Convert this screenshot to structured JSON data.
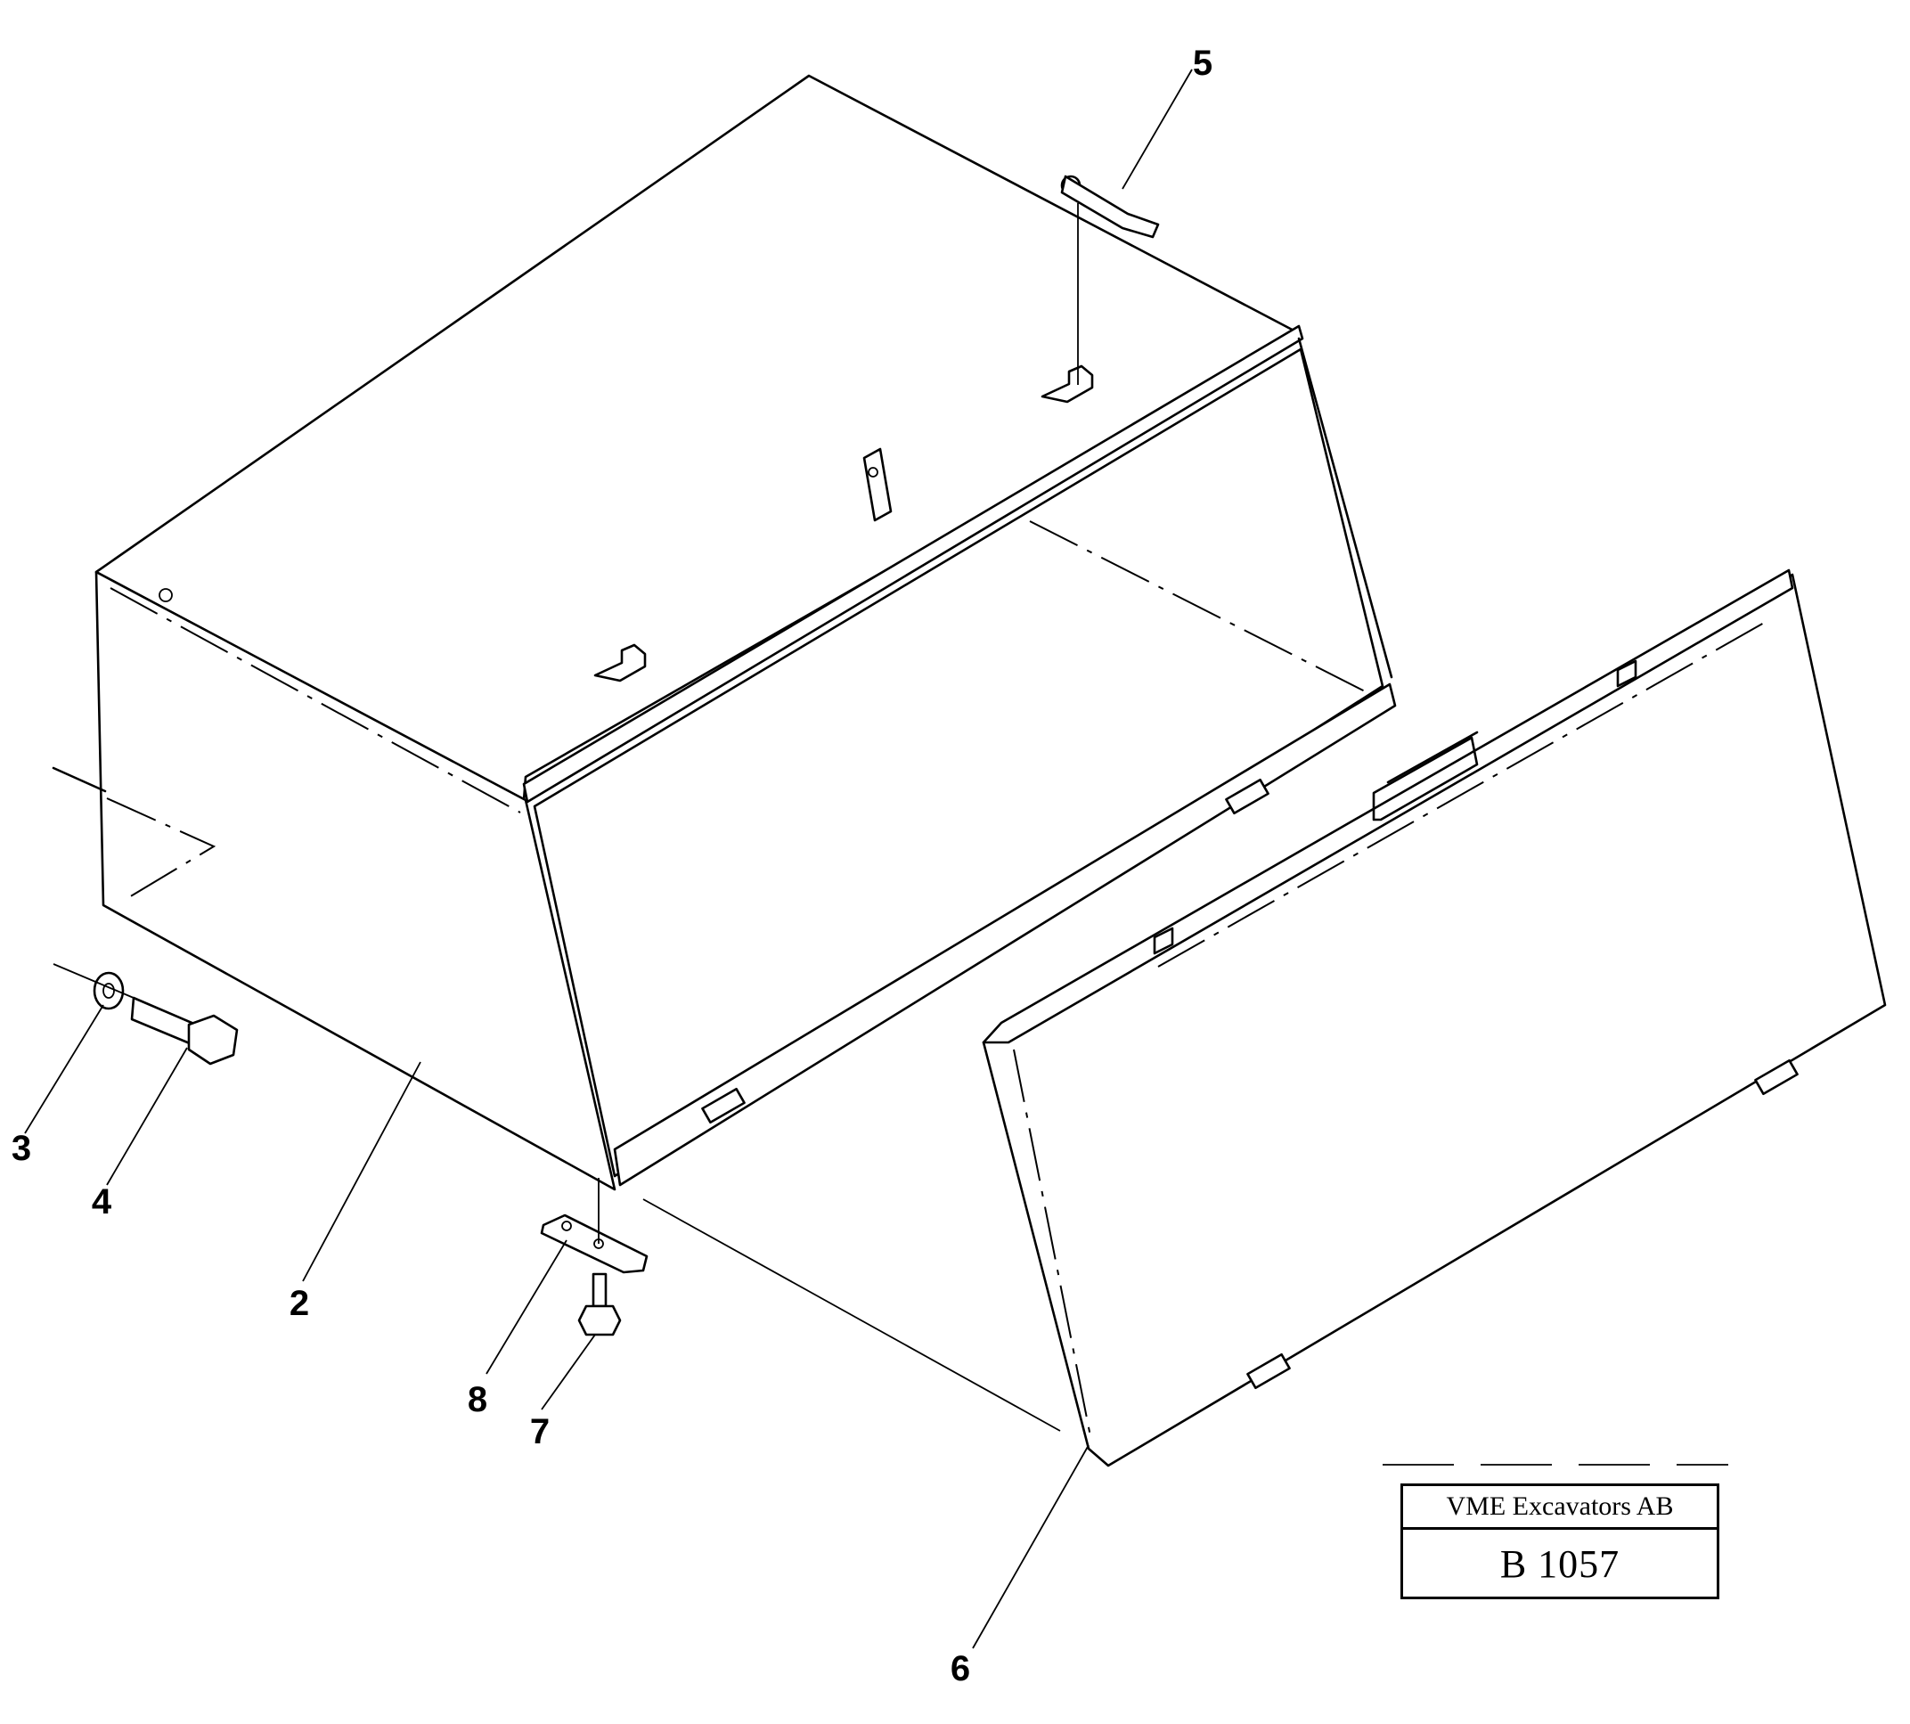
{
  "diagram": {
    "callouts": [
      {
        "id": "c2",
        "label": "2"
      },
      {
        "id": "c3",
        "label": "3"
      },
      {
        "id": "c4",
        "label": "4"
      },
      {
        "id": "c5",
        "label": "5"
      },
      {
        "id": "c6",
        "label": "6"
      },
      {
        "id": "c7",
        "label": "7"
      },
      {
        "id": "c8",
        "label": "8"
      }
    ]
  },
  "title_block": {
    "company": "VME Excavators AB",
    "drawing_number": "B 1057"
  }
}
